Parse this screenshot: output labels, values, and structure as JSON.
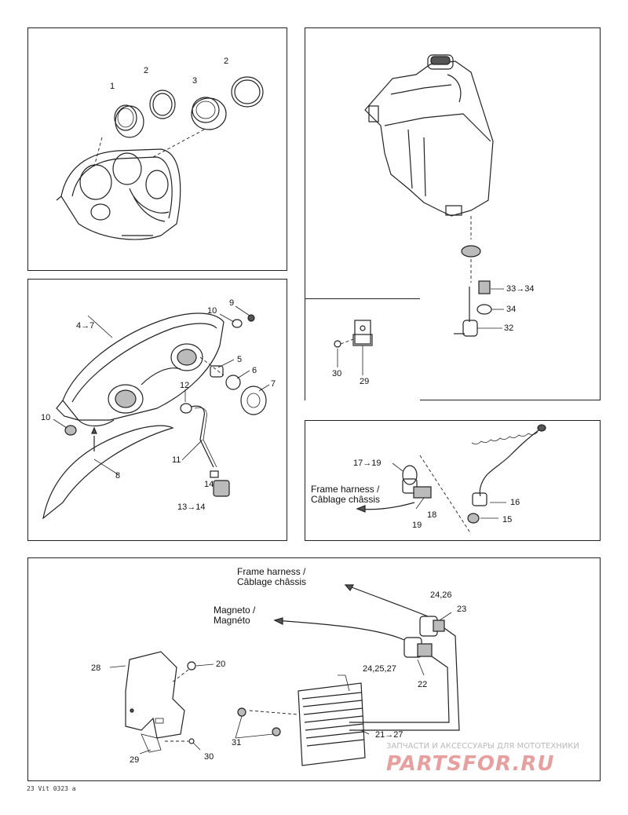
{
  "doc_id": "23 Vit 0323 a",
  "panel_gauges": {
    "labels": {
      "c1": "1",
      "c2a": "2",
      "c3": "3",
      "c2b": "2"
    }
  },
  "panel_tank": {
    "labels": {
      "c33_34": "33→34",
      "c34": "34",
      "c32": "32"
    }
  },
  "panel_bracket": {
    "labels": {
      "c30": "30",
      "c29": "29"
    }
  },
  "panel_headlight": {
    "labels": {
      "c4_7": "4→7",
      "c10a": "10",
      "c9": "9",
      "c5": "5",
      "c6": "6",
      "c7": "7",
      "c12": "12",
      "c10b": "10",
      "c8": "8",
      "c11": "11",
      "c14": "14",
      "c13_14": "13→14"
    }
  },
  "panel_lanyard": {
    "labels": {
      "c17_19": "17→19",
      "c16": "16",
      "c15": "15",
      "c18": "18",
      "c19": "19"
    },
    "note_line1": "Frame harness /",
    "note_line2": "Câblage châssis"
  },
  "panel_regulator": {
    "labels": {
      "c24_26": "24,26",
      "c23": "23",
      "c28": "28",
      "c20": "20",
      "c24_25_27": "24,25,27",
      "c22": "22",
      "c31": "31",
      "c21_27": "21→27",
      "c29": "29",
      "c30": "30"
    },
    "frame_note_line1": "Frame harness /",
    "frame_note_line2": "Câblage châssis",
    "magneto_note_line1": "Magneto /",
    "magneto_note_line2": "Magnéto"
  },
  "watermark": {
    "line1": "ЗАПЧАСТИ И АКСЕССУАРЫ ДЛЯ МОТОТЕХНИКИ",
    "brand": "PARTSFOR.RU"
  }
}
